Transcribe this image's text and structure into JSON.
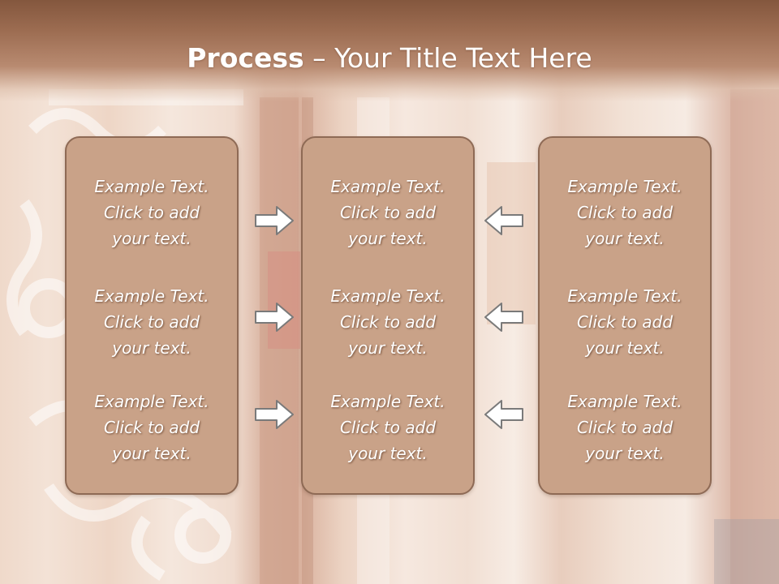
{
  "slide": {
    "title_bold": "Process",
    "title_rest": " – Your Title Text Here"
  },
  "columns": [
    {
      "items": [
        "Example Text.\nClick  to add\nyour text.",
        "Example Text.\nClick  to add\nyour text.",
        "Example Text.\nClick  to add\nyour text."
      ]
    },
    {
      "items": [
        "Example Text.\nClick  to add\nyour text.",
        "Example Text.\nClick  to add\nyour text.",
        "Example Text.\nClick  to add\nyour text."
      ]
    },
    {
      "items": [
        "Example Text.\nClick  to add\nyour text.",
        "Example Text.\nClick  to add\nyour text.",
        "Example Text.\nClick  to add\nyour text."
      ]
    }
  ],
  "arrows": {
    "left_group": "arrow-right-icon",
    "right_group": "arrow-left-icon"
  },
  "colors": {
    "title_band": "#9c6c51",
    "box_fill": "#c9a288",
    "box_border": "#8e6a55",
    "text": "#ffffff"
  }
}
